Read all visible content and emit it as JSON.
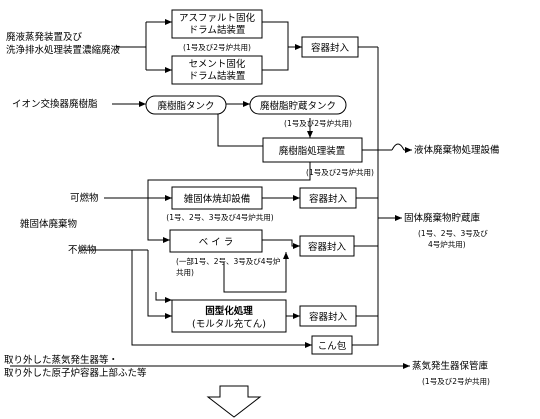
{
  "inputs": {
    "evap_line1": "廃液蒸発装置及び",
    "evap_line2": "洗浄排水処理装置濃縮廃液",
    "ion": "イオン交換器廃樹脂",
    "burnable": "可燃物",
    "misc_solid": "雑固体廃棄物",
    "nonburnable": "不燃物",
    "removed_line1": "取り外した蒸気発生器等・",
    "removed_line2": "取り外した原子炉容器上部ふた等"
  },
  "boxes": {
    "asphalt_line1": "アスファルト固化",
    "asphalt_line2": "ドラム詰装置",
    "asphalt_note": "(1号及び2号炉共用)",
    "cement_line1": "セメント固化",
    "cement_line2": "ドラム詰装置",
    "container1": "容器封入",
    "resin_tank": "廃樹脂タンク",
    "resin_storage_tank": "廃樹脂貯蔵タンク",
    "resin_storage_note": "(1号及び2号炉共用)",
    "resin_treatment": "廃樹脂処理装置",
    "resin_treatment_note": "(1号及び2号炉共用)",
    "incinerator": "雑固体焼却設備",
    "incinerator_note": "(1号、2号、3号及び4号炉共用)",
    "container2": "容器封入",
    "baler": "ベ イ ラ",
    "baler_note1": "(一部1号、2号、3号及び4号炉",
    "baler_note2": "共用)",
    "container3": "容器封入",
    "solidify_line1": "固型化処理",
    "solidify_line2": "(モルタル充てん)",
    "container4": "容器封入",
    "wrap": "こん包"
  },
  "outputs": {
    "liquid": "液体廃棄物処理設備",
    "solid_storage": "固体廃棄物貯蔵庫",
    "solid_storage_note1": "(1号、2号、3号及び",
    "solid_storage_note2": "4号炉共用)",
    "sg_storage": "蒸気発生器保管庫",
    "sg_storage_note": "(1号及び2号炉共用)"
  }
}
